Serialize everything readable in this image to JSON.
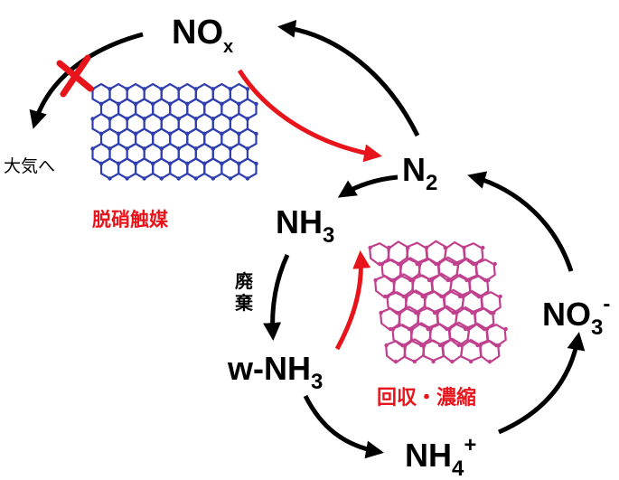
{
  "nodes": {
    "nox": {
      "base": "NO",
      "sub": "x",
      "sup": ""
    },
    "n2": {
      "base": "N",
      "sub": "2",
      "sup": ""
    },
    "nh3": {
      "base": "NH",
      "sub": "3",
      "sup": ""
    },
    "wnh3": {
      "base": "w-NH",
      "sub": "3",
      "sup": ""
    },
    "nh4": {
      "base": "NH",
      "sub": "4",
      "sup": "+"
    },
    "no3": {
      "base": "NO",
      "sub": "3",
      "sup": "-"
    }
  },
  "labels": {
    "atmosphere": "大気へ",
    "denitration_catalyst": "脱硝触媒",
    "waste_v1": "廃",
    "waste_v2": "棄",
    "recovery": "回収・濃縮"
  },
  "colors": {
    "black_arrow": "#000000",
    "red_arrow": "#e8141b",
    "catalyst_label": "#e8141b",
    "catalyst_structure": "#2f3fb0",
    "recovery_structure": "#c0408e",
    "blocked_mark": "#e8141b"
  },
  "icons": {
    "blocked": "x-cross-icon",
    "catalyst": "zeolite-framework-icon",
    "adsorbent": "zeolite-framework-icon"
  }
}
